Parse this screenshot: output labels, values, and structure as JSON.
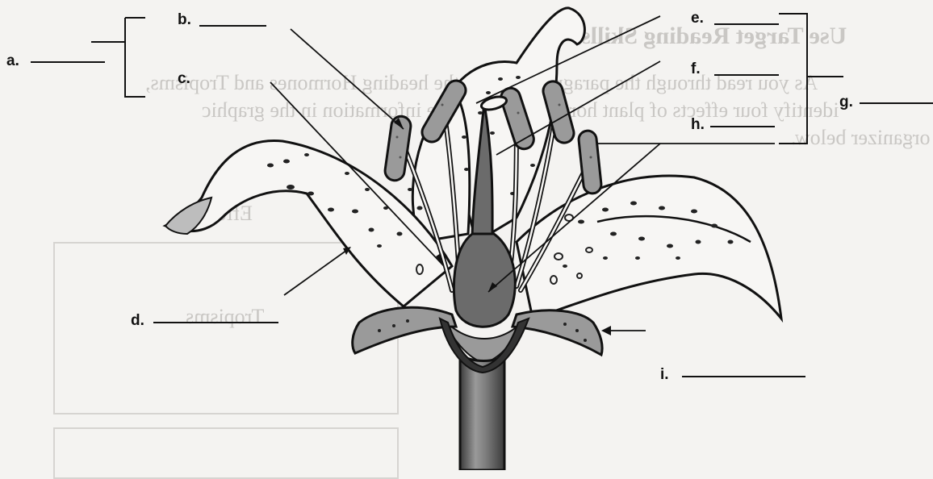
{
  "labels": {
    "a": "a.",
    "b": "b.",
    "c": "c.",
    "d": "d.",
    "e": "e.",
    "f": "f.",
    "g": "g.",
    "h": "h.",
    "i": "i."
  },
  "show_through": {
    "heading": "Use Target Reading Skills",
    "line1": "As you read through the paragraphs under the heading Hormones and Tropisms,",
    "line2": "identify four effects of plant hormones. Write the information in the graphic",
    "line3": "organizer below.",
    "box_label1": "Effect",
    "box_label2": "Tropisms"
  },
  "colors": {
    "paper": "#f4f3f1",
    "ink": "#111111",
    "ghost_text": "#c9c7c4",
    "pistil": "#6b6b6b",
    "anther": "#9a9a9a",
    "stem": "#555555"
  }
}
